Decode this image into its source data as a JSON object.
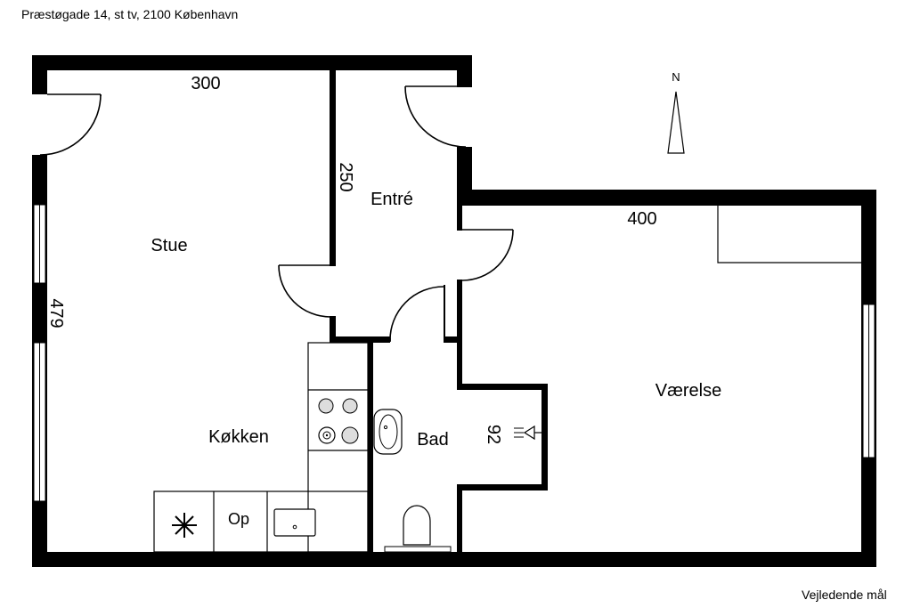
{
  "header": {
    "address": "Præstøgade 14, st tv, 2100 København"
  },
  "footer": {
    "note": "Vejledende mål"
  },
  "compass": {
    "label": "N"
  },
  "rooms": {
    "stue": "Stue",
    "entre": "Entré",
    "kokken": "Køkken",
    "bad": "Bad",
    "vaerelse": "Værelse"
  },
  "dimensions": {
    "stue_width": "300",
    "stue_height": "479",
    "entre_height": "250",
    "vaerelse_width": "400",
    "bad_depth": "92"
  },
  "fixtures": {
    "op": "Op"
  }
}
